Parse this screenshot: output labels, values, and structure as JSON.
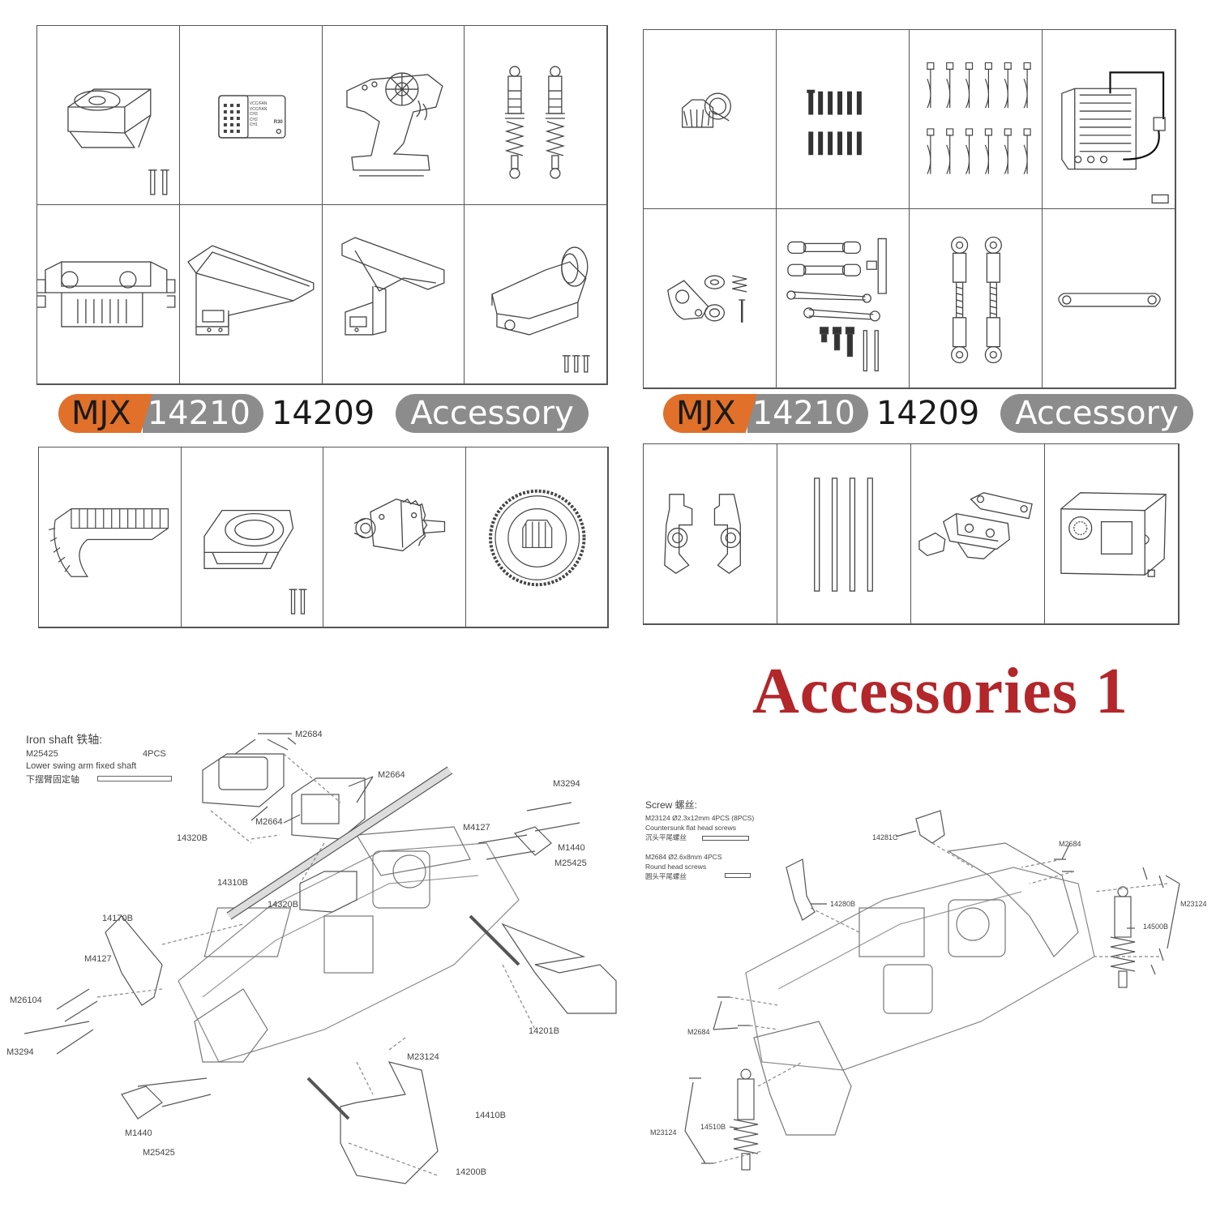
{
  "banners": [
    {
      "brand": "MJX",
      "model_a": "14210",
      "model_b": "14209",
      "tag": "Accessory"
    },
    {
      "brand": "MJX",
      "model_a": "14210",
      "model_b": "14209",
      "tag": "Accessory"
    }
  ],
  "page_title": "Accessories 1",
  "cell_labels": {
    "receiver_lines": [
      "VCC/FAN",
      "VCC/FAN",
      "CH3",
      "CH2",
      "CH1"
    ],
    "receiver_model": "R30"
  },
  "left_diagram": {
    "note_title": "Iron shaft 铁轴:",
    "note_part": "M25425",
    "note_qty": "4PCS",
    "note_desc_en": "Lower swing arm fixed shaft",
    "note_desc_cn": "下摆臂固定轴",
    "labels": [
      "M2684",
      "M2664",
      "M2664",
      "14320B",
      "14310B",
      "14320B",
      "M3294",
      "M4127",
      "M1440",
      "M25425",
      "14170B",
      "M4127",
      "M26104",
      "M3294",
      "14201B",
      "M23124",
      "14410B",
      "M1440",
      "M25425",
      "14200B"
    ]
  },
  "right_diagram": {
    "note_title": "Screw 螺丝:",
    "note_line1": "M23124   Ø2.3x12mm    4PCS (8PCS)",
    "note_line2": "Countersunk flat head screws",
    "note_line3": "沉头平尾螺丝",
    "note_line4": "M2684    Ø2.6x8mm      4PCS",
    "note_line5": "Round head screws",
    "note_line6": "圆头平尾螺丝",
    "labels": [
      "14281C",
      "M2684",
      "14280B",
      "M23124",
      "14500B",
      "M2684",
      "M23124",
      "14510B"
    ]
  },
  "icons": [
    "cooling-fan-icon",
    "receiver-icon",
    "transmitter-icon",
    "shock-absorbers-icon",
    "front-bumper-icon",
    "rear-body-mount-icon",
    "front-body-mount-icon",
    "wheelie-bar-icon",
    "drive-cup-icon",
    "screws-icon",
    "body-clips-icon",
    "esc-icon",
    "servo-saver-icon",
    "steering-links-icon",
    "turnbuckles-icon",
    "link-plate-icon",
    "motor-heatsink-icon",
    "fan-housing-icon",
    "differential-icon",
    "spur-gear-icon",
    "rear-hub-carriers-icon",
    "shafts-icon",
    "arm-mounts-icon",
    "servo-icon"
  ]
}
